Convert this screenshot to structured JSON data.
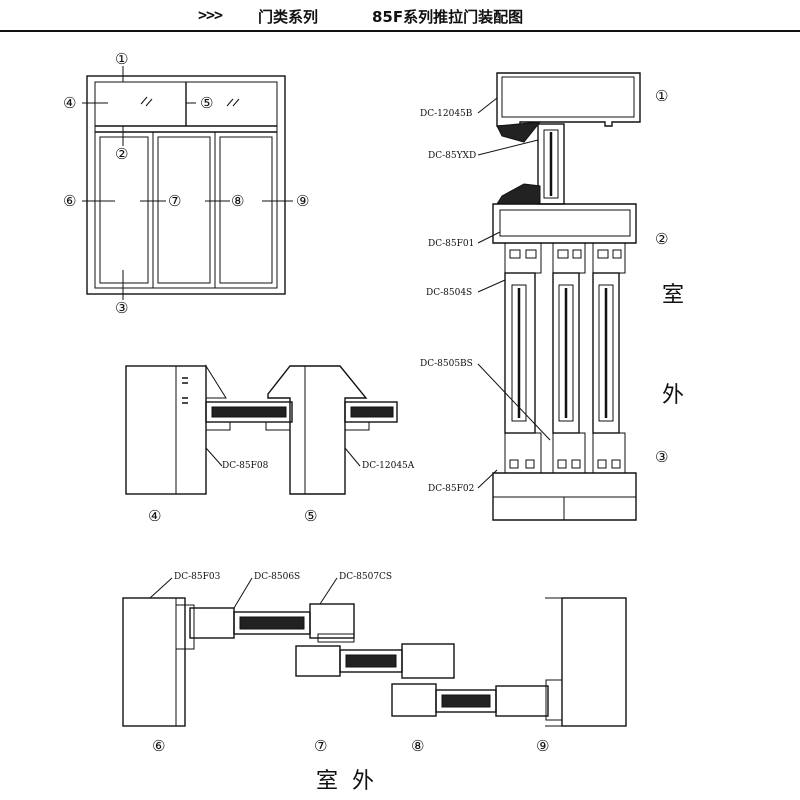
{
  "header": {
    "arrows": ">>>",
    "series": "门类系列",
    "title": "85F系列推拉门装配图"
  },
  "markers": {
    "m1": "①",
    "m2": "②",
    "m3": "③",
    "m4": "④",
    "m5": "⑤",
    "m6": "⑥",
    "m7": "⑦",
    "m8": "⑧",
    "m9": "⑨"
  },
  "labels": {
    "dc12045b": "DC-12045B",
    "dc85yxd": "DC-85YXD",
    "dc85f01": "DC-85F01",
    "dc8504s": "DC-8504S",
    "dc8505bs": "DC-8505BS",
    "dc85f02": "DC-85F02",
    "dc85f08": "DC-85F08",
    "dc12045a": "DC-12045A",
    "dc85f03": "DC-85F03",
    "dc8506s": "DC-8506S",
    "dc8507cs": "DC-8507CS"
  },
  "side_labels": {
    "shi": "室",
    "wai": "外",
    "bottom": "室  外"
  },
  "colors": {
    "line": "#111111",
    "background": "#ffffff"
  }
}
